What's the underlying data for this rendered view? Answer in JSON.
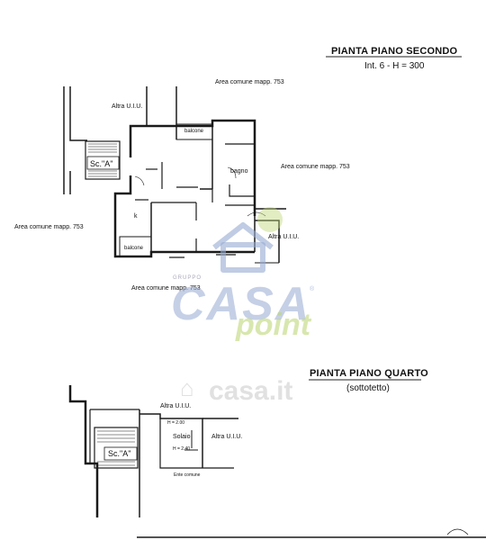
{
  "upper_plan": {
    "title": "PIANTA PIANO SECONDO",
    "subtitle": "Int. 6 - H = 300",
    "labels": {
      "area_top": "Area comune mapp. 753",
      "altra_top": "Altra U.I.U.",
      "balcone_top": "balcone",
      "bagno": "bagno",
      "area_right": "Area comune mapp. 753",
      "stair": "Sc.\"A\"",
      "k": "k",
      "area_left": "Area comune mapp. 753",
      "altra_right": "Altra U.I.U.",
      "balcone_bottom": "balcone",
      "area_bottom": "Area comune mapp. 753"
    }
  },
  "lower_plan": {
    "title": "PIANTA PIANO QUARTO",
    "subtitle": "(sottotetto)",
    "labels": {
      "altra_top": "Altra U.I.U.",
      "h_200": "H = 2.00",
      "solaio": "Solaio",
      "altra_right": "Altra U.I.U.",
      "stair": "Sc.\"A\"",
      "h_240": "H = 2.40",
      "ente": "Ente comune"
    }
  },
  "watermarks": {
    "gruppo": "GRUPPO",
    "casa": "CASA",
    "point": "point",
    "casa_it": "casa.it",
    "registered": "®"
  },
  "colors": {
    "wall": "#1a1a1a",
    "casa_blue": "#96aad2",
    "point_green": "#bed778",
    "casa_it_grey": "#c8c8c8"
  }
}
